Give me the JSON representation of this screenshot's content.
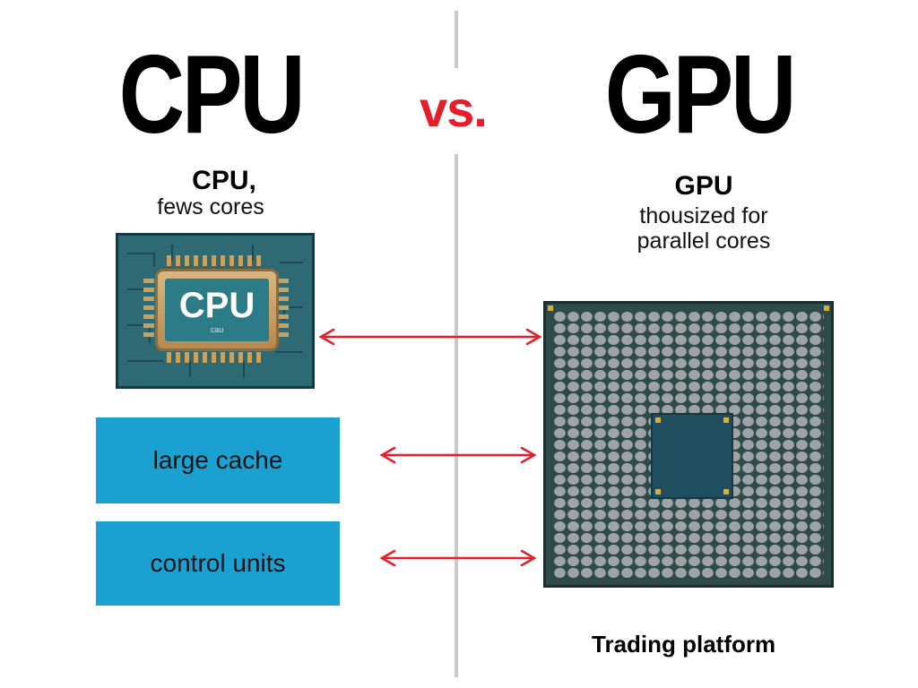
{
  "left": {
    "title": "CPU",
    "subtitle": "CPU,",
    "subtext": "fews cores",
    "chip": {
      "label": "CPU",
      "small_text": "cau"
    },
    "boxes": [
      "large cache",
      "control units"
    ]
  },
  "vs": "vs.",
  "right": {
    "title": "GPU",
    "subtitle": "GPU",
    "subtext_lines": [
      "thousized for",
      "parallel cores"
    ],
    "caption": "Trading platform"
  },
  "colors": {
    "arrow": "#e41e2b",
    "box": "#1aa1d2",
    "divider": "#c9c9c9",
    "cpu_chip": "#2e6a74",
    "gpu_chip": "#2e4b4a"
  },
  "icons": {
    "arrows": "double-headed-arrow"
  }
}
